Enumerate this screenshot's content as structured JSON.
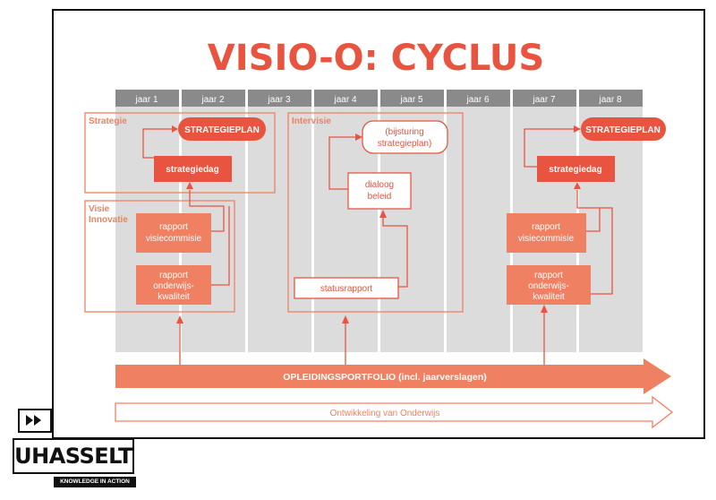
{
  "title": "VISIO-O: CYCLUS",
  "years": [
    "jaar 1",
    "jaar 2",
    "jaar 3",
    "jaar 4",
    "jaar 5",
    "jaar 6",
    "jaar 7",
    "jaar 8"
  ],
  "groups": {
    "strategie": "Strategie",
    "visie_line1": "Visie",
    "visie_line2": "Innovatie",
    "intervisie": "Intervisie"
  },
  "boxes": {
    "strategieplan_1": "STRATEGIEPLAN",
    "strategiedag_1": "strategiedag",
    "rapport_visie_1_l1": "rapport",
    "rapport_visie_1_l2": "visiecommisie",
    "rapport_ok_1_l1": "rapport",
    "rapport_ok_1_l2": "onderwijs-",
    "rapport_ok_1_l3": "kwaliteit",
    "bijsturing_l1": "(bijsturing",
    "bijsturing_l2": "strategieplan)",
    "dialoog_l1": "dialoog",
    "dialoog_l2": "beleid",
    "statusrapport": "statusrapport",
    "strategieplan_2": "STRATEGIEPLAN",
    "strategiedag_2": "strategiedag",
    "rapport_visie_2_l1": "rapport",
    "rapport_visie_2_l2": "visiecommisie",
    "rapport_ok_2_l1": "rapport",
    "rapport_ok_2_l2": "onderwijs-",
    "rapport_ok_2_l3": "kwaliteit"
  },
  "arrows": {
    "portfolio": "OPLEIDINGSPORTFOLIO (incl. jaarverslagen)",
    "ontwikkeling": "Ontwikkeling van Onderwijs"
  },
  "logo": {
    "name": "UHASSELT",
    "tagline": "KNOWLEDGE IN ACTION"
  },
  "colors": {
    "accent": "#e8543f",
    "accent_light": "#f08062",
    "column_gray": "#dcdcdc",
    "header_gray": "#8a8a8a"
  }
}
